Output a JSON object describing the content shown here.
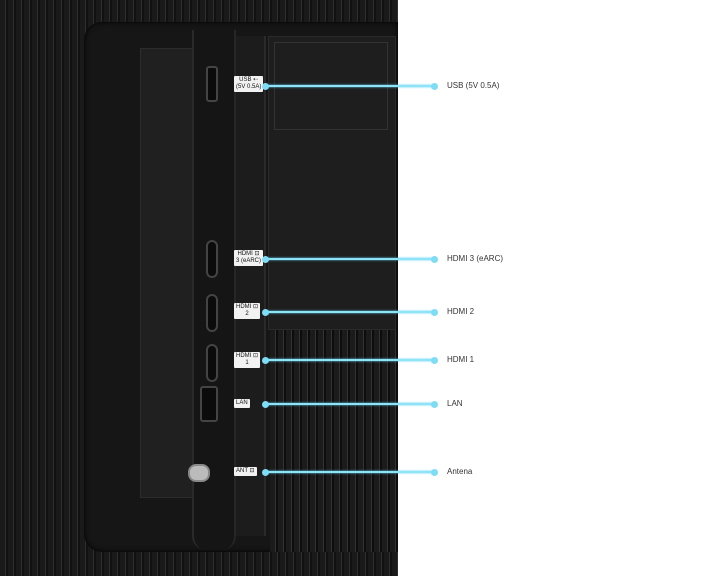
{
  "ports": [
    {
      "tag": "USB ⇠\n(5V 0.5A)",
      "label": "USB (5V 0.5A)"
    },
    {
      "tag": "HDMI ⊡\n3 (eARC)",
      "label": "HDMI 3 (eARC)"
    },
    {
      "tag": "HDMI ⊡\n2",
      "label": "HDMI 2"
    },
    {
      "tag": "HDMI ⊡\n1",
      "label": "HDMI 1"
    },
    {
      "tag": "LAN",
      "label": "LAN"
    },
    {
      "tag": "ANT ⊡",
      "label": "Antena"
    }
  ],
  "colors": {
    "callout": "#8fe3f7",
    "panel": "#1a1a1a"
  }
}
